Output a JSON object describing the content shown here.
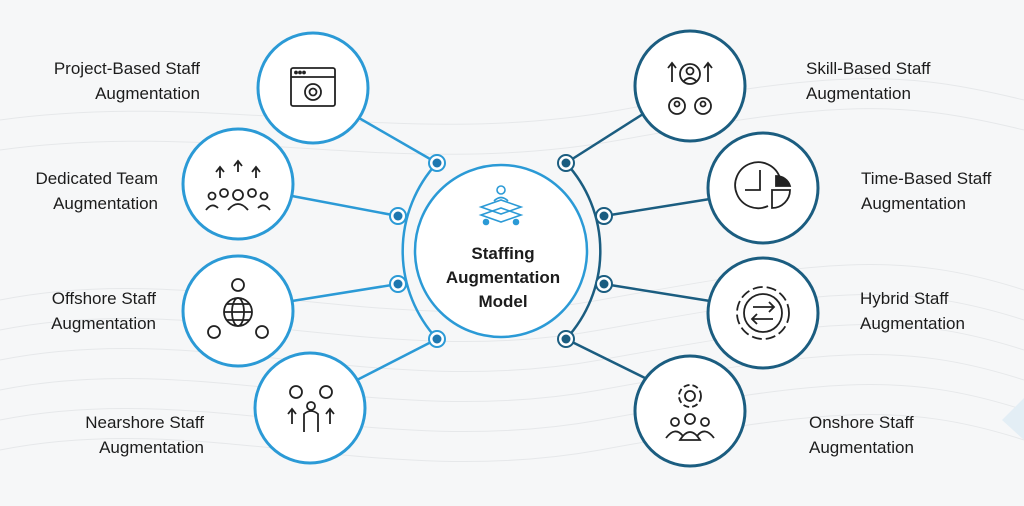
{
  "center": {
    "title_lines": [
      "Staffing",
      "Augmentation",
      "Model"
    ],
    "icon": "layered-pyramid-people-icon"
  },
  "colors": {
    "left_accent": "#2b9ad6",
    "right_accent": "#1b5d80",
    "center_ring": "#2b9ad6",
    "text": "#1c1c1c",
    "background": "#f6f7f8"
  },
  "left_nodes": [
    {
      "line1": "Project-Based Staff",
      "line2": "Augmentation",
      "icon": "browser-gear-icon"
    },
    {
      "line1": "Dedicated Team",
      "line2": "Augmentation",
      "icon": "team-growth-icon"
    },
    {
      "line1": "Offshore Staff",
      "line2": "Augmentation",
      "icon": "global-network-icon"
    },
    {
      "line1": "Nearshore Staff",
      "line2": "Augmentation",
      "icon": "people-exchange-icon"
    }
  ],
  "right_nodes": [
    {
      "line1": "Skill-Based Staff",
      "line2": "Augmentation",
      "icon": "skill-upgrade-icon"
    },
    {
      "line1": "Time-Based Staff",
      "line2": "Augmentation",
      "icon": "clock-chart-icon"
    },
    {
      "line1": "Hybrid Staff",
      "line2": "Augmentation",
      "icon": "gear-exchange-icon"
    },
    {
      "line1": "Onshore Staff",
      "line2": "Augmentation",
      "icon": "gear-team-icon"
    }
  ]
}
